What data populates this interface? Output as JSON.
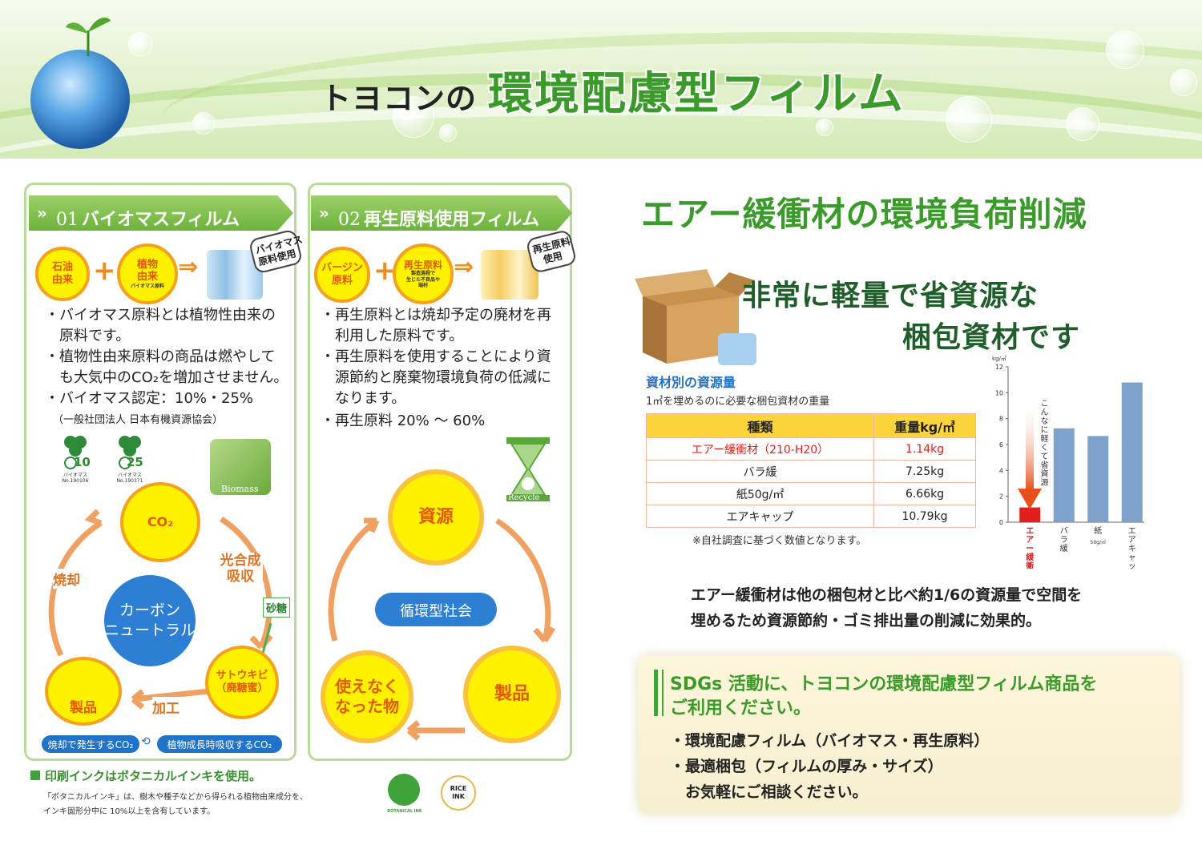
{
  "header": {
    "title_prefix": "トヨコンの",
    "title_main": "環境配慮型フィルム"
  },
  "panel1": {
    "tab_num": "01",
    "tab_label": "バイオマスフィルム",
    "circle1": "石油\n由来",
    "circle2_main": "植物\n由来",
    "circle2_sub": "バイオマス原料",
    "bubble": "バイオマス\n原料使用",
    "bullets": [
      "・バイオマス原料とは植物性由来の",
      "　原料です。",
      "・植物性由来原料の商品は燃やして",
      "　も大気中のCO₂を増加させません。",
      "・バイオマス認定：10%・25%"
    ],
    "assoc": "（一般社団法人 日本有機資源協会）",
    "mark1_num": "10",
    "mark1_caption": "バイオマス\nNo.190106",
    "mark2_num": "25",
    "mark2_caption": "バイオマス\nNo.190371",
    "biomass_label": "Biomass",
    "cycle": {
      "co2": "CO₂",
      "photo": "光合成\n吸収",
      "sugar": "砂糖",
      "cane": "サトウキビ\n（廃糖蜜）",
      "process": "加工",
      "product": "製品",
      "burn": "焼却",
      "center": "カーボン\nニュートラル"
    },
    "pill1": "焼却で発生するCO₂",
    "pill2": "植物成長時吸収するCO₂"
  },
  "panel2": {
    "tab_num": "02",
    "tab_label": "再生原料使用フィルム",
    "circle1": "バージン\n原料",
    "circle2_main": "再生原料",
    "circle2_sub": "製造過程で\n生じた不良品や\n端材",
    "bubble": "再生原料\n使用",
    "bullets": [
      "・再生原料とは焼却予定の廃材を再",
      "　利用した原料です。",
      "・再生原料を使用することにより資",
      "　源節約と廃棄物環境負荷の低減に",
      "　なります。",
      "・再生原料 20% ～ 60%"
    ],
    "recycle_label": "Recycle",
    "cycle": {
      "resource": "資源",
      "product": "製品",
      "unusable": "使えなく\nなった物",
      "center": "循環型社会"
    }
  },
  "ink": {
    "heading": "印刷インクはボタニカルインキを使用。",
    "note1": "「ボタニカルインキ」は、樹木や種子などから得られる植物由来成分を、",
    "note2": "インキ固形分中に 10%以上を含有しています。",
    "logo1": "BOTANICAL INK",
    "logo2": "RICE\nINK"
  },
  "right": {
    "heading": "エアー緩衝材の環境負荷削減",
    "sub1": "非常に軽量で省資源な",
    "sub2": "梱包資材です",
    "table_title": "資材別の資源量",
    "table_note": "1㎥を埋めるのに必要な梱包資材の重量",
    "table_headers": [
      "種類",
      "重量kg/㎥"
    ],
    "table_rows": [
      [
        "エアー緩衝材（210-H20）",
        "1.14kg"
      ],
      [
        "バラ緩",
        "7.25kg"
      ],
      [
        "紙50g/㎡",
        "6.66kg"
      ],
      [
        "エアキャップ",
        "10.79kg"
      ]
    ],
    "footnote": "※自社調査に基づく数値となります。",
    "summary1": "エアー緩衝材は他の梱包材と比べ約1/6の資源量で空間を",
    "summary2": "埋めるため資源節約・ゴミ排出量の削減に効果的。",
    "arrow_text": "こんなに軽くて省資源"
  },
  "chart_data": {
    "type": "bar",
    "categories": [
      "エアー緩衝材",
      "バラ緩",
      "紙",
      "エアキャップ"
    ],
    "category_sub": [
      "",
      "",
      "50g/㎡",
      ""
    ],
    "values": [
      1.14,
      7.25,
      6.66,
      10.79
    ],
    "ylabel": "kg/㎥",
    "ylim": [
      0,
      12
    ],
    "yticks": [
      0,
      2,
      4,
      6,
      8,
      10,
      12
    ],
    "colors": [
      "#e11d1d",
      "#7ea2cc",
      "#7ea2cc",
      "#7ea2cc"
    ]
  },
  "sdgs": {
    "line1": "SDGs 活動に、トヨコンの環境配慮型フィルム商品を",
    "line2": "ご利用ください。",
    "items": [
      "・環境配慮フィルム（バイオマス・再生原料）",
      "・最適梱包（フィルムの厚み・サイズ）",
      "　お気軽にご相談ください。"
    ]
  }
}
